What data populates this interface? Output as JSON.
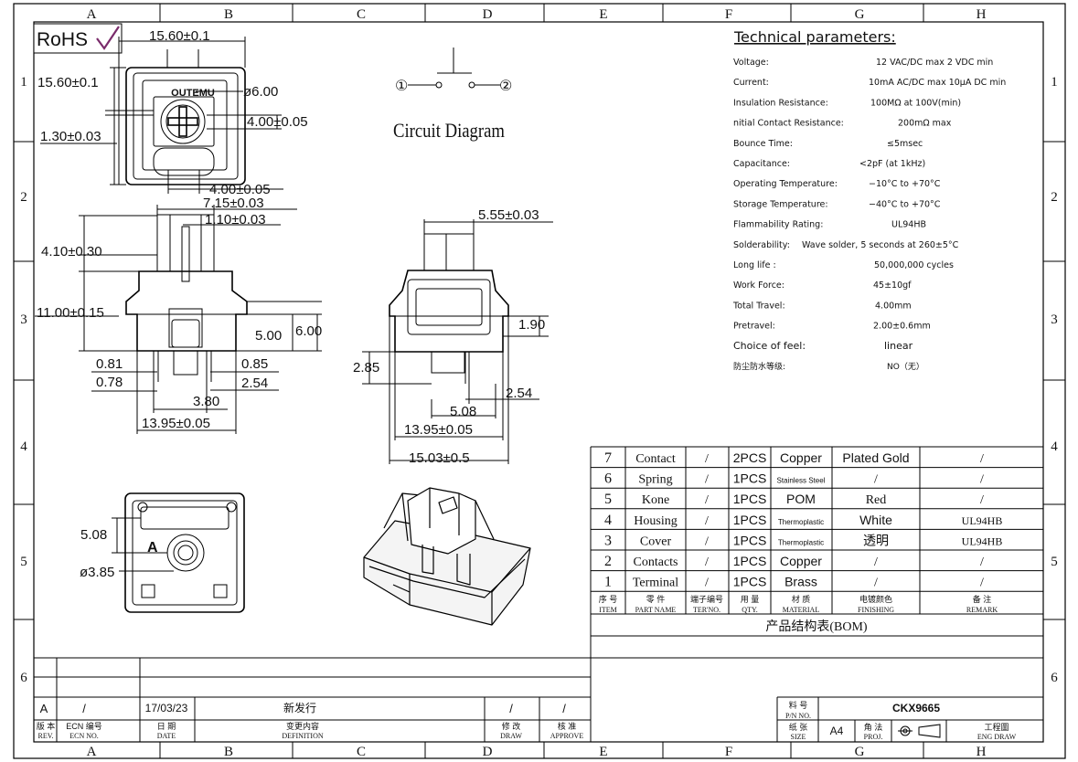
{
  "frame": {
    "columns": [
      "A",
      "B",
      "C",
      "D",
      "E",
      "F",
      "G",
      "H"
    ],
    "rows": [
      "1",
      "2",
      "3",
      "4",
      "5",
      "6"
    ]
  },
  "rohs": "RoHS",
  "brand": "OUTEMU",
  "circuit": {
    "title": "Circuit Diagram",
    "pin1": "①",
    "pin2": "②"
  },
  "top_view": {
    "width": "15.60±0.1",
    "height": "15.60±0.1",
    "offset": "1.30±0.03",
    "hole": "ø6.00",
    "cross": "4.00±0.05",
    "cross_h": "4.00±0.05"
  },
  "front_view": {
    "stem_w": "7.15±0.03",
    "stem_slot": "1.10±0.03",
    "stem_h": "4.10±0.30",
    "body_h": "11.00±0.15",
    "d500": "5.00",
    "d600": "6.00",
    "pin1": "0.81",
    "pin2": "0.78",
    "pin3": "0.85",
    "pin4": "2.54",
    "pin5": "3.80",
    "bottom_w": "13.95±0.05"
  },
  "side_view": {
    "stem_w": "5.55±0.03",
    "d190": "1.90",
    "d285": "2.85",
    "d254": "2.54",
    "d508": "5.08",
    "w1": "13.95±0.05",
    "w2": "15.03±0.5"
  },
  "bottom_view": {
    "d508": "5.08",
    "hole": "ø3.85",
    "letter": "A"
  },
  "tech": {
    "title": "Technical parameters:",
    "rows": [
      {
        "label": "Voltage:",
        "value": "12 VAC/DC max       2 VDC min"
      },
      {
        "label": "Current:",
        "value": "10mA AC/DC max    10µA DC min"
      },
      {
        "label": "Insulation Resistance:",
        "value": "100MΩ at 100V(min)"
      },
      {
        "label": "nitial Contact Resistance:",
        "value": "200mΩ max"
      },
      {
        "label": "Bounce Time:",
        "value": "≤5msec"
      },
      {
        "label": "Capacitance:",
        "value": "<2pF (at 1kHz)"
      },
      {
        "label": "Operating Temperature:",
        "value": "−10°C to +70°C"
      },
      {
        "label": "Storage Temperature:",
        "value": "−40°C to +70°C"
      },
      {
        "label": "Flammability Rating:",
        "value": "UL94HB"
      },
      {
        "label": "Solderability:",
        "value": "Wave solder, 5 seconds at 260±5°C"
      },
      {
        "label": "Long life :",
        "value": "50,000,000 cycles"
      },
      {
        "label": "Work Force:",
        "value": "45±10gf"
      },
      {
        "label": "Total Travel:",
        "value": "4.00mm"
      },
      {
        "label": "Pretravel:",
        "value": "2.00±0.6mm"
      },
      {
        "label": "Choice of feel:",
        "value": "linear"
      },
      {
        "label": "防尘防水等级:",
        "value": "NO（无）"
      }
    ]
  },
  "bom": {
    "title": "产品结构表(BOM)",
    "rows": [
      {
        "item": "7",
        "name": "Contact",
        "ter": "/",
        "qty": "2PCS",
        "material": "Copper",
        "finishing": "Plated Gold",
        "remark": "/"
      },
      {
        "item": "6",
        "name": "Spring",
        "ter": "/",
        "qty": "1PCS",
        "material": "Stainless Steel",
        "finishing": "/",
        "remark": "/"
      },
      {
        "item": "5",
        "name": "Kone",
        "ter": "/",
        "qty": "1PCS",
        "material": "POM",
        "finishing": "Red",
        "remark": "/"
      },
      {
        "item": "4",
        "name": "Housing",
        "ter": "/",
        "qty": "1PCS",
        "material": "Thermoplastic",
        "finishing": "White",
        "remark": "UL94HB"
      },
      {
        "item": "3",
        "name": "Cover",
        "ter": "/",
        "qty": "1PCS",
        "material": "Thermoplastic",
        "finishing": "透明",
        "remark": "UL94HB"
      },
      {
        "item": "2",
        "name": "Contacts",
        "ter": "/",
        "qty": "1PCS",
        "material": "Copper",
        "finishing": "/",
        "remark": "/"
      },
      {
        "item": "1",
        "name": "Terminal",
        "ter": "/",
        "qty": "1PCS",
        "material": "Brass",
        "finishing": "/",
        "remark": "/"
      }
    ],
    "headers": [
      {
        "cn": "序 号",
        "en": "ITEM"
      },
      {
        "cn": "零 件",
        "en": "PART NAME"
      },
      {
        "cn": "端子编号",
        "en": "TER'NO."
      },
      {
        "cn": "用 量",
        "en": "QTY."
      },
      {
        "cn": "材 质",
        "en": "MATERIAL"
      },
      {
        "cn": "电镀颜色",
        "en": "FINISHING"
      },
      {
        "cn": "备 注",
        "en": "REMARK"
      }
    ]
  },
  "revision": {
    "rev": "A",
    "ecn": "/",
    "date": "17/03/23",
    "definition": "新发行",
    "draw": "/",
    "approve": "/",
    "headers": [
      {
        "cn": "版 本",
        "en": "REV."
      },
      {
        "cn": "ECN 编号",
        "en": "ECN NO."
      },
      {
        "cn": "日 期",
        "en": "DATE"
      },
      {
        "cn": "变更内容",
        "en": "DEFINITION"
      },
      {
        "cn": "修 改",
        "en": "DRAW"
      },
      {
        "cn": "核 准",
        "en": "APPROVE"
      }
    ]
  },
  "title_block": {
    "pn_label_cn": "料 号",
    "pn_label_en": "P/N NO.",
    "pn": "CKX9665",
    "size_cn": "纸 张",
    "size_en": "SIZE",
    "size": "A4",
    "proj_cn": "角 法",
    "proj_en": "PROJ.",
    "eng_cn": "工程圖",
    "eng_en": "ENG DRAW"
  }
}
